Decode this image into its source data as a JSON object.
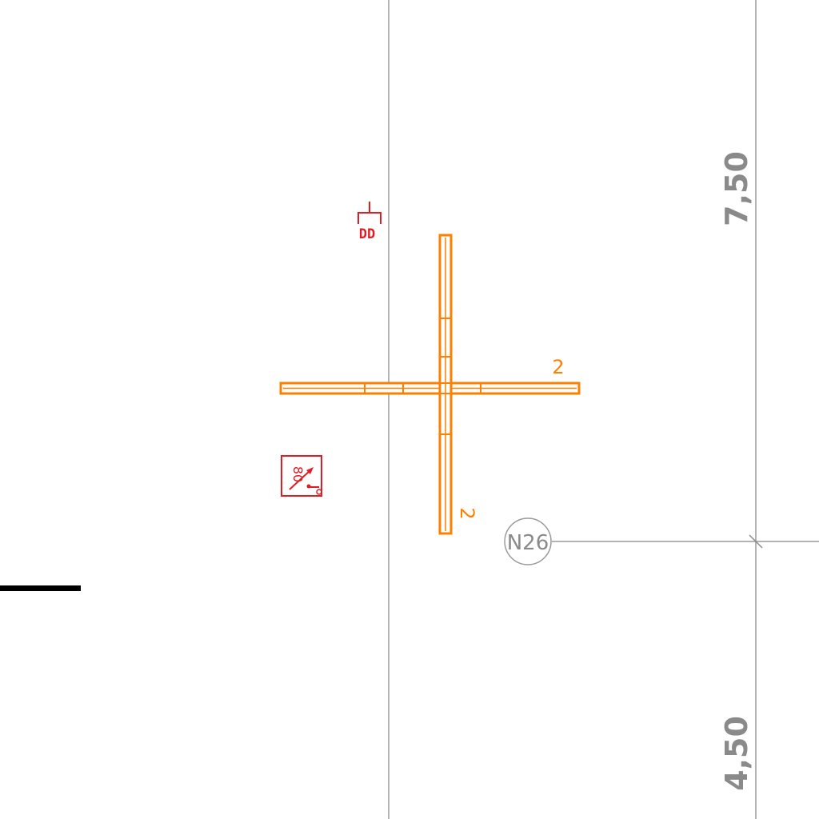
{
  "grid": {
    "bubble_label": "N26"
  },
  "dimensions": {
    "upper_value": "7,50",
    "lower_value": "4,50"
  },
  "beams": {
    "horizontal_label": "2",
    "vertical_label": "2"
  },
  "symbols": {
    "dd_label": "DD",
    "box_label": "80"
  },
  "colors": {
    "grid_line": "#8a8a8a",
    "beam": "#ff8000",
    "symbol": "#e31b23",
    "wall": "#000000"
  }
}
